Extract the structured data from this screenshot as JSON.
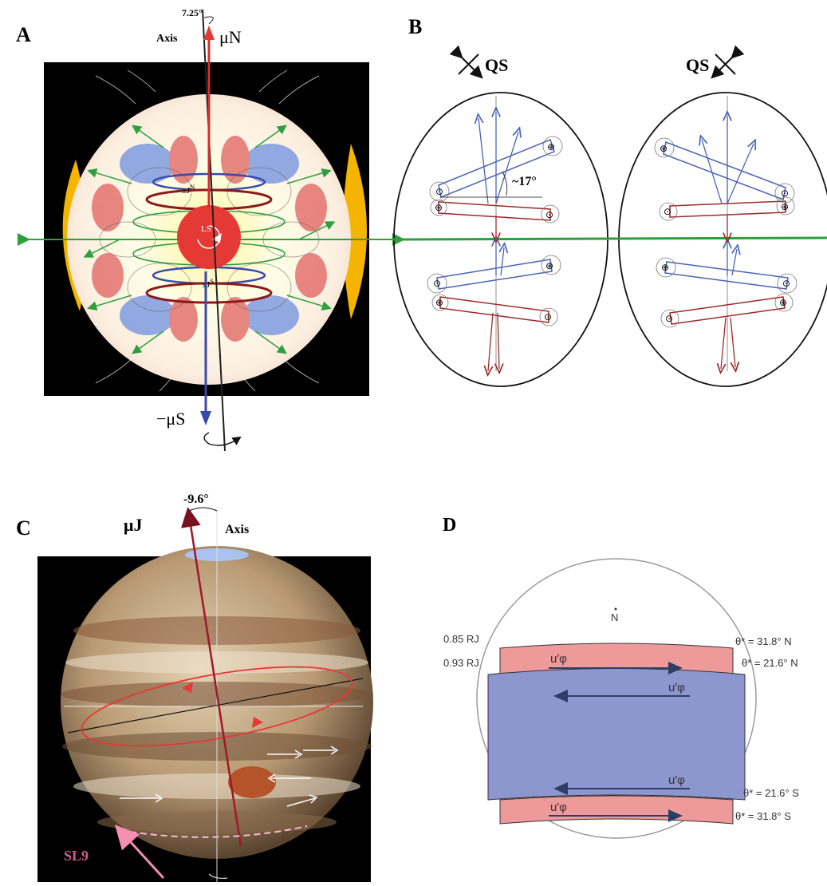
{
  "panels": {
    "a": {
      "label": "A",
      "tilt": "7.25°",
      "axis": "Axis",
      "mu_n": "μN",
      "mu_s": "−μS",
      "ls": "LS",
      "jn": "±J",
      "jn_sup": "N",
      "js": "±J",
      "js_sup": "S"
    },
    "b": {
      "label": "B",
      "qs": "QS",
      "angle": "~17°"
    },
    "c": {
      "label": "C",
      "tilt": "-9.6°",
      "mu_j": "μJ",
      "axis": "Axis",
      "sl9": "SL9"
    },
    "d": {
      "label": "D",
      "north": "N",
      "r1": "0.85 RJ",
      "r2": "0.93 RJ",
      "theta1": "θ* = 31.8° N",
      "theta2": "θ* = 21.6° N",
      "theta3": "θ* = 21.6° S",
      "theta4": "θ* = 31.8° S",
      "u": "u′φ"
    }
  },
  "colors": {
    "blue_loop": "#4a63b8",
    "red_loop": "#9e2a2a",
    "green": "#2e9e3e",
    "pink_band": "#ef9a9a",
    "blue_band": "#8e96d0"
  }
}
